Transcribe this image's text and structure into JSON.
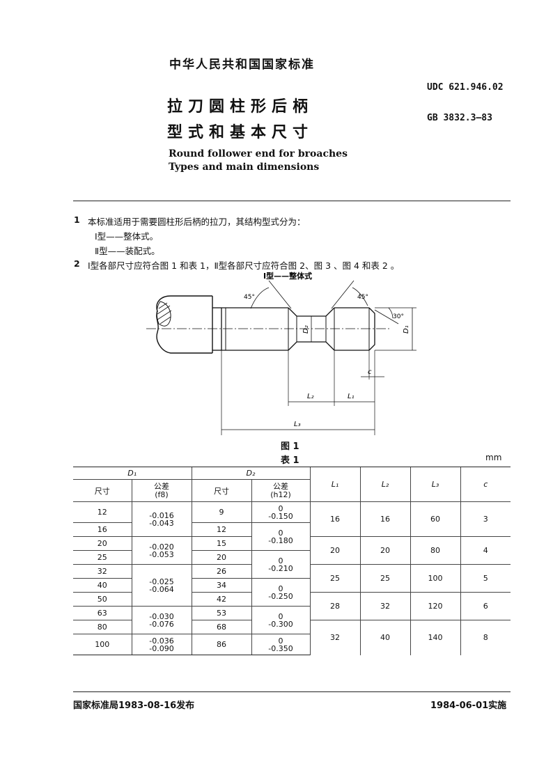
{
  "header": {
    "standard_org": "中华人民共和国国家标准",
    "udc": "UDC 621.946.02",
    "gb": "GB 3832.3—83"
  },
  "title": {
    "cn_line1": "拉刀圆柱形后柄",
    "cn_line2": "型式和基本尺寸",
    "en_line1": "Round follower end for broaches",
    "en_line2": "Types and main dimensions"
  },
  "body": {
    "p1_num": "1",
    "p1_text": "本标准适用于需要圆柱形后柄的拉刀，其结构型式分为：",
    "p1_type1": "Ⅰ型——整体式。",
    "p1_type2": "Ⅱ型——装配式。",
    "p2_num": "2",
    "p2_text": "Ⅰ型各部尺寸应符合图 1 和表 1，Ⅱ型各部尺寸应符合图 2、图 3 、图 4 和表 2 。"
  },
  "figure": {
    "title": "Ⅰ型——整体式",
    "angle_left": "45°",
    "angle_right": "45°",
    "angle_end": "30°",
    "label_D2": "D₂",
    "label_D1": "D₁",
    "label_c": "c",
    "label_L2": "L₂",
    "label_L1": "L₁",
    "label_L3": "L₃",
    "caption": "图 1"
  },
  "table": {
    "caption": "表 1",
    "unit": "mm",
    "head": {
      "D1": "D₁",
      "D2": "D₂",
      "L1": "L₁",
      "L2": "L₂",
      "L3": "L₃",
      "c": "c",
      "size": "尺寸",
      "tol_label": "公差",
      "tol_f8": "(f8)",
      "tol_h12": "(h12)"
    },
    "d1_sizes": [
      "12",
      "16",
      "20",
      "25",
      "32",
      "40",
      "50",
      "63",
      "80",
      "100"
    ],
    "d1_tols": [
      [
        "-0.016",
        "-0.043"
      ],
      [
        "-0.020",
        "-0.053"
      ],
      [
        "-0.025",
        "-0.064"
      ],
      [
        "-0.030",
        "-0.076"
      ],
      [
        "-0.036",
        "-0.090"
      ]
    ],
    "d2_sizes": [
      "9",
      "12",
      "15",
      "20",
      "26",
      "34",
      "42",
      "53",
      "68",
      "86"
    ],
    "d2_tols": [
      [
        "0",
        "-0.150"
      ],
      [
        "0",
        "-0.180"
      ],
      [
        "0",
        "-0.210"
      ],
      [
        "0",
        "-0.250"
      ],
      [
        "0",
        "-0.300"
      ],
      [
        "0",
        "-0.350"
      ]
    ],
    "groups": [
      {
        "L1": "16",
        "L2": "16",
        "L3": "60",
        "c": "3"
      },
      {
        "L1": "20",
        "L2": "20",
        "L3": "80",
        "c": "4"
      },
      {
        "L1": "25",
        "L2": "25",
        "L3": "100",
        "c": "5"
      },
      {
        "L1": "28",
        "L2": "32",
        "L3": "120",
        "c": "6"
      },
      {
        "L1": "32",
        "L2": "40",
        "L3": "140",
        "c": "8"
      }
    ]
  },
  "footer": {
    "issued": "国家标准局1983-08-16发布",
    "effective": "1984-06-01实施"
  }
}
